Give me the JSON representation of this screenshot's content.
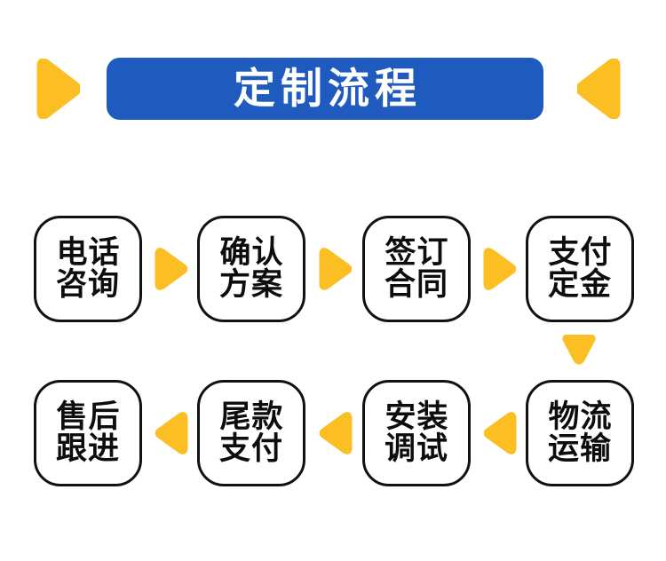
{
  "header": {
    "title": "定制流程",
    "banner_color": "#1f5bbf",
    "title_color": "#ffffff",
    "left_arrow_icon": "triangle-right-icon",
    "right_arrow_icon": "triangle-left-icon"
  },
  "theme": {
    "accent_yellow": "#fbbf24",
    "accent_blue": "#1f5bbf",
    "outline_black": "#111111",
    "background": "#ffffff"
  },
  "flow": {
    "rows": [
      {
        "direction": "left-to-right",
        "steps": [
          {
            "index": 1,
            "label": "电话\n咨询",
            "line1": "电话",
            "line2": "咨询"
          },
          {
            "index": 2,
            "label": "确认\n方案",
            "line1": "确认",
            "line2": "方案"
          },
          {
            "index": 3,
            "label": "签订\n合同",
            "line1": "签订",
            "line2": "合同"
          },
          {
            "index": 4,
            "label": "支付\n定金",
            "line1": "支付",
            "line2": "定金"
          }
        ],
        "connector_icon": "triangle-right-icon"
      },
      {
        "direction": "right-to-left",
        "steps": [
          {
            "index": 8,
            "label": "售后\n跟进",
            "line1": "售后",
            "line2": "跟进"
          },
          {
            "index": 7,
            "label": "尾款\n支付",
            "line1": "尾款",
            "line2": "支付"
          },
          {
            "index": 6,
            "label": "安装\n调试",
            "line1": "安装",
            "line2": "调试"
          },
          {
            "index": 5,
            "label": "物流\n运输",
            "line1": "物流",
            "line2": "运输"
          }
        ],
        "connector_icon": "triangle-left-icon"
      }
    ],
    "row_connector_icon": "triangle-down-icon"
  }
}
